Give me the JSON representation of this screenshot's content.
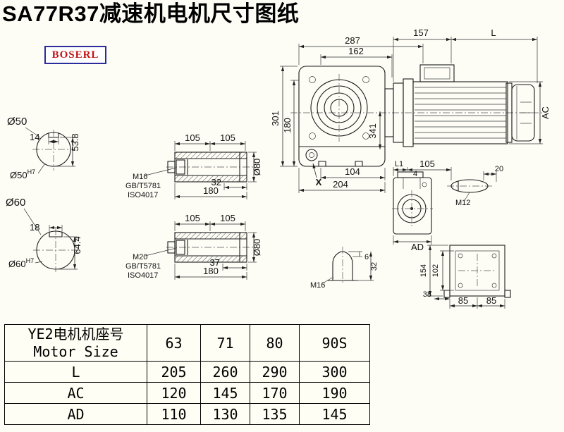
{
  "page": {
    "title": "SA77R37减速机电机尺寸图纸",
    "logo": "BOSERL"
  },
  "drawing": {
    "main": {
      "dim_287": "287",
      "dim_162": "162",
      "dim_157": "157",
      "dim_L": "L",
      "dim_301": "301",
      "dim_180": "180",
      "dim_341": "341",
      "dim_104": "104",
      "dim_204": "204",
      "marker_x": "X",
      "dim_AC": "AC"
    },
    "shaft_small": {
      "label": "Ø50",
      "key_width": "14",
      "key_height": "53.8",
      "bore": "Ø50",
      "bore_tol": "H7"
    },
    "shaft_large": {
      "label": "Ø60",
      "key_width": "18",
      "key_height": "64.4",
      "bore": "Ø60",
      "bore_tol": "H7"
    },
    "hollow_small": {
      "dim_a": "105",
      "dim_b": "105",
      "thread": "M16",
      "std_gb": "GB/T5781",
      "std_iso": "ISO4017",
      "dim_c": "32",
      "dim_len": "180",
      "dim_dia": "Ø80"
    },
    "hollow_large": {
      "dim_a": "105",
      "dim_b": "105",
      "thread": "M20",
      "std_gb": "GB/T5781",
      "std_iso": "ISO4017",
      "dim_c": "37",
      "dim_len": "180",
      "dim_dia": "Ø80"
    },
    "side_view": {
      "dim_l1": "L1",
      "dim_105": "105",
      "dim_4": "4",
      "dim_ad": "AD"
    },
    "pin": {
      "dim_20": "20",
      "thread": "M12"
    },
    "plug": {
      "dim_6": "6",
      "dim_32": "32",
      "thread": "M16"
    },
    "rear_view": {
      "dim_154": "154",
      "dim_102": "102",
      "dim_38": "38",
      "dim_85a": "85",
      "dim_85b": "85"
    }
  },
  "table": {
    "header_cn": "YE2电机机座号",
    "header_en": "Motor Size",
    "sizes": [
      "63",
      "71",
      "80",
      "90S"
    ],
    "rows": [
      {
        "label": "L",
        "values": [
          "205",
          "260",
          "290",
          "300"
        ]
      },
      {
        "label": "AC",
        "values": [
          "120",
          "145",
          "170",
          "190"
        ]
      },
      {
        "label": "AD",
        "values": [
          "110",
          "130",
          "135",
          "145"
        ]
      }
    ]
  }
}
